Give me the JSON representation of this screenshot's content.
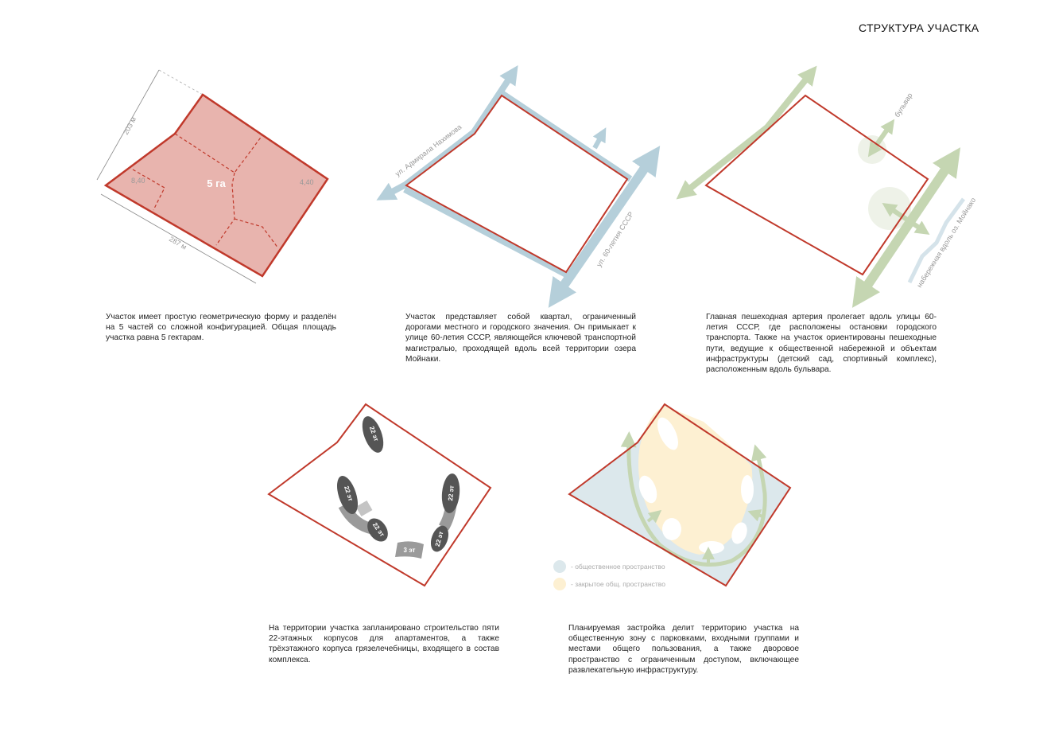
{
  "page": {
    "title": "СТРУКТУРА УЧАСТКА"
  },
  "panel1": {
    "area_label": "5 га",
    "dim_side": "203 м",
    "dim_bottom": "287 м",
    "level_left": "8,40",
    "level_right": "4,40",
    "text": "Участок имеет простую геометрическую форму и разделён на 5 частей со сложной конфигурацией. Общая площадь участка равна 5 гектарам."
  },
  "panel2": {
    "street_1": "ул. Адмирала Нахимова",
    "street_2": "ул. 60-летия СССР",
    "text": "Участок представляет собой квартал, ограниченный дорогами местного и городского значения. Он примыкает к улице 60-летия СССР, являющейся ключевой транспортной магистралью, проходящей вдоль всей территории озера Мойнаки."
  },
  "panel3": {
    "label_boulevard": "бульвар",
    "label_embankment": "набережная вдоль оз. Мойнако",
    "text": "Главная пешеходная артерия пролегает вдоль улицы 60-летия СССР, где расположены остановки городского транспорта. Также на участок ориентированы пешеходные пути, ведущие к общественной набережной и объектам инфраструктуры (детский сад, спортивный комплекс), расположенным вдоль бульвара."
  },
  "panel4": {
    "buildings": [
      "22 эт",
      "22 эт",
      "22 эт",
      "22 эт",
      "22 эт",
      "3 эт"
    ],
    "text": "На территории участка запланировано строительство пяти 22-этажных корпусов для апартаментов, а также трёхэтажного корпуса грязелечебницы, входящего в состав комплекса."
  },
  "panel5": {
    "legend": [
      {
        "label": "- общественное пространство",
        "color": "#dce8ec"
      },
      {
        "label": "- закрытое общ. пространство",
        "color": "#fdf0d2"
      }
    ],
    "text": "Планируемая застройка делит территорию участка на общественную зону с парковками, входными группами и местами общего пользования, а также дворовое пространство с ограниченным доступом, включающее развлекательную инфраструктуру."
  },
  "colors": {
    "boundary": "#c0392b",
    "plot_fill": "#e8b4ae",
    "road": "#b5cfda",
    "green": "#c5d6b2",
    "building": "#555555"
  }
}
